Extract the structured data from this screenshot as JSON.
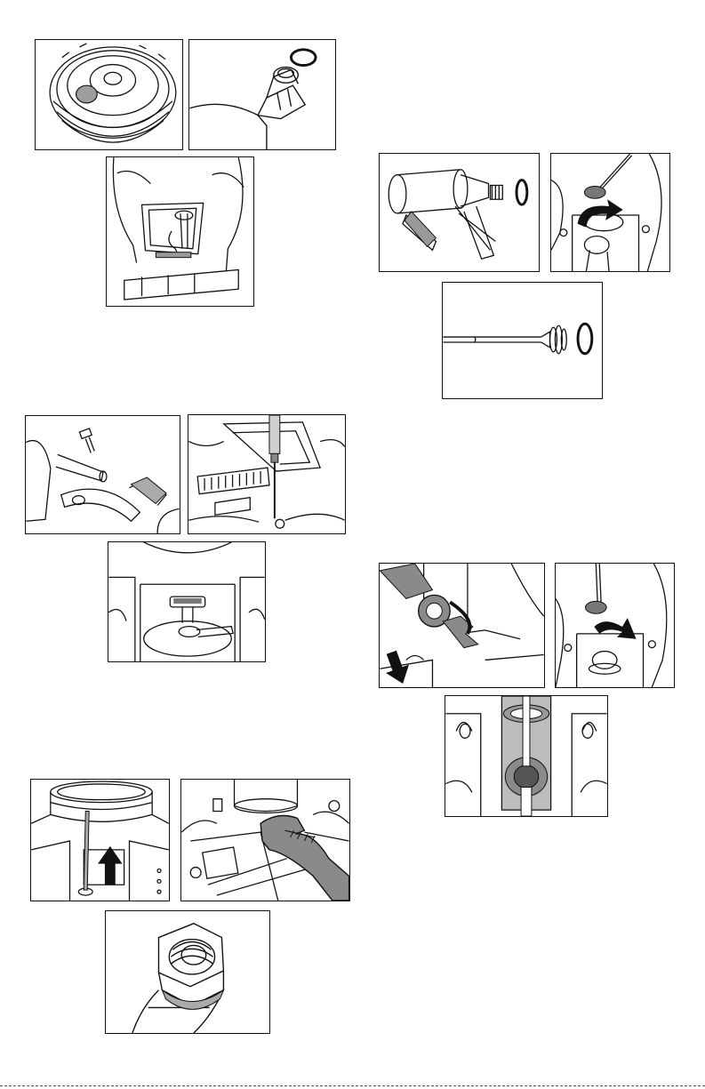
{
  "figures": [
    {
      "id": "fig-1",
      "icon": "cap-top-icon"
    },
    {
      "id": "fig-2",
      "icon": "bottle-neck-seal-icon"
    },
    {
      "id": "fig-3",
      "icon": "sprayer-interior-icon"
    },
    {
      "id": "fig-4",
      "icon": "hose-bolt-icon"
    },
    {
      "id": "fig-5",
      "icon": "screwdriver-cover-icon"
    },
    {
      "id": "fig-6",
      "icon": "valve-assembly-icon"
    },
    {
      "id": "fig-7",
      "icon": "tank-rod-arrow-icon"
    },
    {
      "id": "fig-8",
      "icon": "wrench-nut-icon"
    },
    {
      "id": "fig-9",
      "icon": "nut-closeup-icon"
    },
    {
      "id": "fig-10",
      "icon": "filter-exploded-icon"
    },
    {
      "id": "fig-11",
      "icon": "rotate-remove-icon"
    },
    {
      "id": "fig-12",
      "icon": "rod-seal-icon"
    },
    {
      "id": "fig-13",
      "icon": "pliers-arrow-icon"
    },
    {
      "id": "fig-14",
      "icon": "rotate-install-icon"
    },
    {
      "id": "fig-15",
      "icon": "valve-seat-icon"
    }
  ],
  "colors": {
    "line": "#111111",
    "fill_gray": "#bdbdbd",
    "dark": "#555555"
  }
}
